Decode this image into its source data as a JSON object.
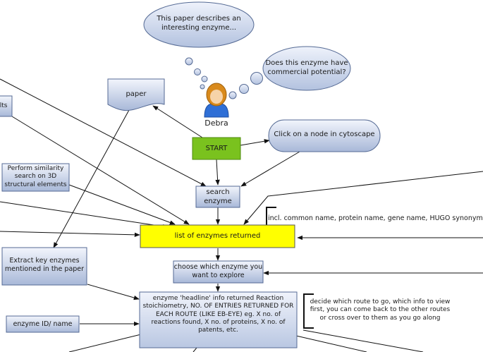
{
  "thought_1": "This paper describes an\ninteresting enzyme...",
  "thought_2": "Does this enzyme have\ncommercial potential?",
  "person_name": "Debra",
  "paper_label": "paper",
  "start_label": "START",
  "cytoscape_label": "Click on a node in cytoscape",
  "results_partial": "ults",
  "similarity_label": "Perform similarity\nsearch on 3D\nstructural elements",
  "search_label": "search\nenzyme",
  "synonyms_note": "incl. common name, protein name, gene name, HUGO synonyms",
  "list_label": "list of enzymes returned",
  "choose_label": "choose which enzyme you\nwant to explore",
  "extract_label": "Extract key enzymes\nmentioned in the paper",
  "headline_label": "enzyme 'headline' info returned Reaction\nstoichiometry, NO. OF ENTRIES RETURNED FOR\nEACH ROUTE (LIKE EB-EYE) eg. X no. of\nreactions found, X no. of proteins, X no. of\npatents, etc.",
  "route_note": "decide which route to go, which info to view\nfirst, you can come back to the other routes\nor cross over to them as you go along",
  "enzyme_id_label": "enzyme ID/ name",
  "colors": {
    "box_gradient_top": "#eef2fb",
    "box_gradient_bottom": "#a9b9d9",
    "box_border": "#556a94",
    "start_fill": "#7ac21e",
    "list_fill": "#ffff00",
    "line": "#111111"
  }
}
